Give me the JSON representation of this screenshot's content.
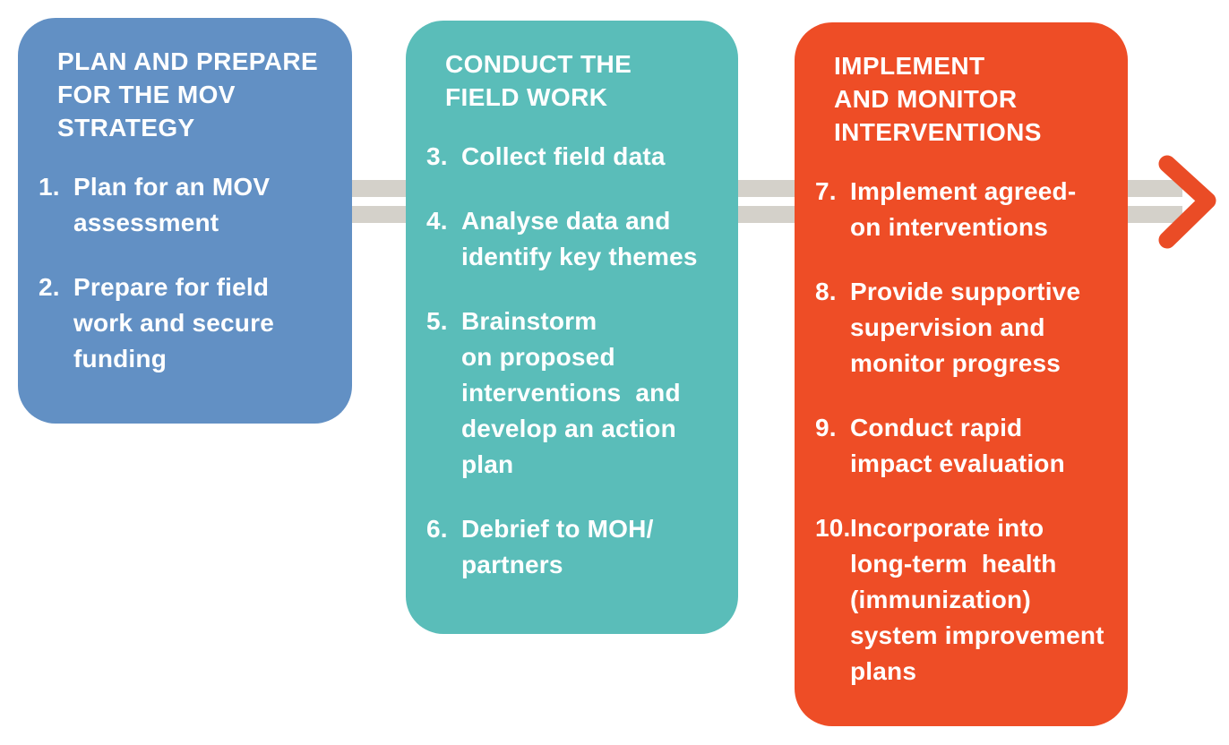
{
  "diagram": {
    "name": "MOV strategy process flow"
  },
  "palette": {
    "background": "#ffffff",
    "plan_blue": "#6290c4",
    "fieldwork_teal": "#5abdb9",
    "implement_orange": "#ee4d26",
    "connector_gray": "#d4d1ca",
    "text_white": "#ffffff",
    "arrow_red": "#ea4c26"
  },
  "columns": [
    {
      "title_lines": [
        "PLAN AND PREPARE",
        "FOR THE MOV",
        "STRATEGY"
      ],
      "items": [
        {
          "number": "1.",
          "lines": [
            "Plan for an MOV",
            "assessment"
          ]
        },
        {
          "number": "2.",
          "lines": [
            "Prepare for field",
            "work and secure",
            "funding"
          ]
        }
      ]
    },
    {
      "title_lines": [
        "CONDUCT THE",
        "FIELD WORK"
      ],
      "items": [
        {
          "number": "3.",
          "lines": [
            "Collect field data"
          ]
        },
        {
          "number": "4.",
          "lines": [
            "Analyse data and",
            "identify key themes"
          ]
        },
        {
          "number": "5.",
          "lines": [
            "Brainstorm",
            "on proposed",
            "interventions  and",
            "develop an action",
            "plan"
          ]
        },
        {
          "number": "6.",
          "lines": [
            "Debrief to MOH/",
            "partners"
          ]
        }
      ]
    },
    {
      "title_lines": [
        "IMPLEMENT",
        "AND MONITOR",
        "INTERVENTIONS"
      ],
      "items": [
        {
          "number": "7.",
          "lines": [
            "Implement agreed-",
            "on interventions"
          ]
        },
        {
          "number": "8.",
          "lines": [
            "Provide supportive",
            "supervision and",
            "monitor progress"
          ]
        },
        {
          "number": "9.",
          "lines": [
            "Conduct rapid",
            "impact evaluation"
          ]
        },
        {
          "number": "10.",
          "lines": [
            "Incorporate into",
            "long-term  health",
            "(immunization)",
            "system improvement",
            "plans"
          ]
        }
      ]
    }
  ]
}
